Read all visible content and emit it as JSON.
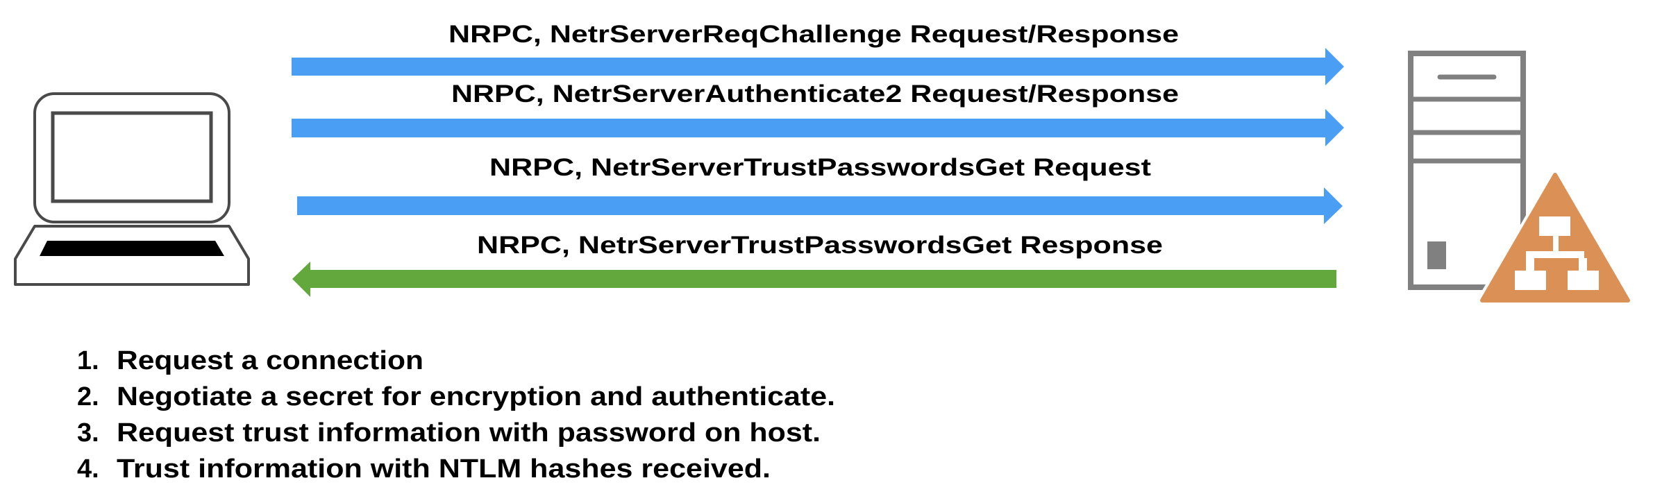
{
  "diagram": {
    "colors": {
      "request_arrow": "#4A9FF5",
      "response_arrow": "#62A83C",
      "icon_outline": "#808080",
      "laptop_outline": "#4a4a4a",
      "server_badge": "#DB9155",
      "text": "#000000"
    },
    "client": {
      "icon": "laptop-icon"
    },
    "server": {
      "icon": "server-with-hierarchy-warning-icon"
    },
    "messages": [
      {
        "label": "NRPC, NetrServerReqChallenge Request/Response",
        "direction": "client-to-server"
      },
      {
        "label": "NRPC, NetrServerAuthenticate2 Request/Response",
        "direction": "client-to-server"
      },
      {
        "label": "NRPC, NetrServerTrustPasswordsGet Request",
        "direction": "client-to-server"
      },
      {
        "label": "NRPC, NetrServerTrustPasswordsGet Response",
        "direction": "server-to-client"
      }
    ],
    "steps": [
      {
        "number": "1.",
        "text": "Request a connection"
      },
      {
        "number": "2.",
        "text": "Negotiate a secret for encryption and authenticate."
      },
      {
        "number": "3.",
        "text": "Request trust information with password on host."
      },
      {
        "number": "4.",
        "text": "Trust information with NTLM hashes received."
      }
    ]
  }
}
